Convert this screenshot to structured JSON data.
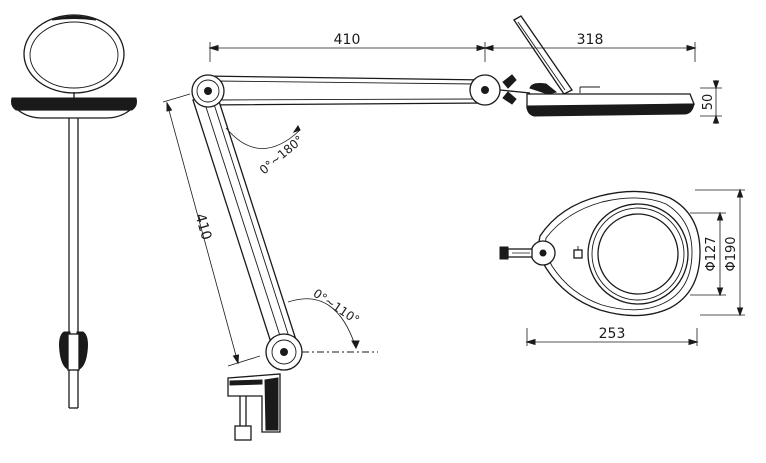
{
  "dimensions": {
    "upper_arm_length": "410",
    "head_length": "318",
    "head_thickness": "50",
    "lower_arm_length": "410",
    "upper_joint_angle": "0°~180°",
    "lower_joint_angle": "0°~110°",
    "lens_diameter": "Φ127",
    "head_diameter": "Φ190",
    "head_width": "253"
  }
}
